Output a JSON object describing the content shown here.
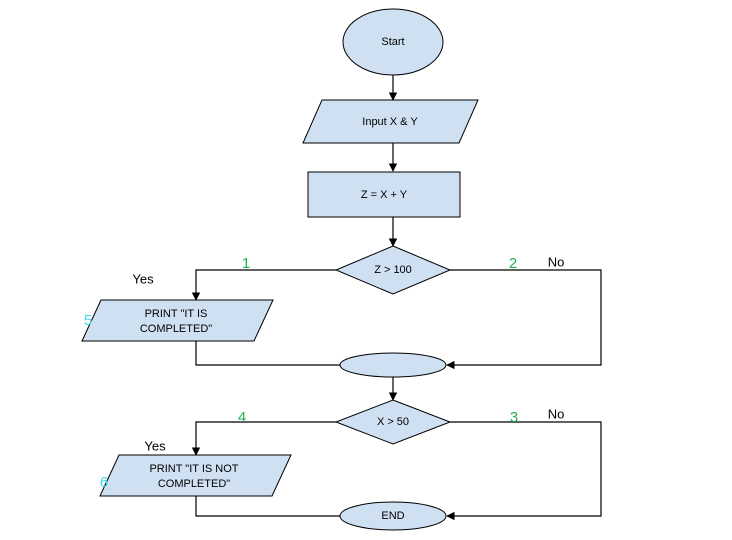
{
  "diagram": {
    "title": "Flowchart",
    "colors": {
      "node_fill": "#cfe0f3",
      "node_stroke": "#000000",
      "number_green": "#22b14c",
      "number_cyan": "#3fd8e8"
    },
    "nodes": [
      {
        "id": "start",
        "type": "terminator",
        "label": "Start"
      },
      {
        "id": "input",
        "type": "input-output",
        "label": "Input X & Y"
      },
      {
        "id": "process",
        "type": "process",
        "label": "Z =  X + Y"
      },
      {
        "id": "decision1",
        "type": "decision",
        "label": "Z > 100"
      },
      {
        "id": "print1",
        "type": "input-output",
        "label_line1": "PRINT \"IT IS",
        "label_line2": "COMPLETED\""
      },
      {
        "id": "connector1",
        "type": "connector",
        "label": ""
      },
      {
        "id": "decision2",
        "type": "decision",
        "label": "X > 50"
      },
      {
        "id": "print2",
        "type": "input-output",
        "label_line1": "PRINT \"IT IS NOT",
        "label_line2": "COMPLETED\""
      },
      {
        "id": "end",
        "type": "terminator",
        "label": "END"
      }
    ],
    "edge_labels": [
      {
        "id": "yes1",
        "text": "Yes"
      },
      {
        "id": "no1",
        "text": "No"
      },
      {
        "id": "yes2",
        "text": "Yes"
      },
      {
        "id": "no2",
        "text": "No"
      }
    ],
    "step_numbers": [
      {
        "id": "num1",
        "text": "1",
        "color": "green"
      },
      {
        "id": "num2",
        "text": "2",
        "color": "green"
      },
      {
        "id": "num3",
        "text": "3",
        "color": "green"
      },
      {
        "id": "num4",
        "text": "4",
        "color": "green"
      },
      {
        "id": "num5",
        "text": "5",
        "color": "cyan"
      },
      {
        "id": "num6",
        "text": "6",
        "color": "cyan"
      }
    ]
  }
}
